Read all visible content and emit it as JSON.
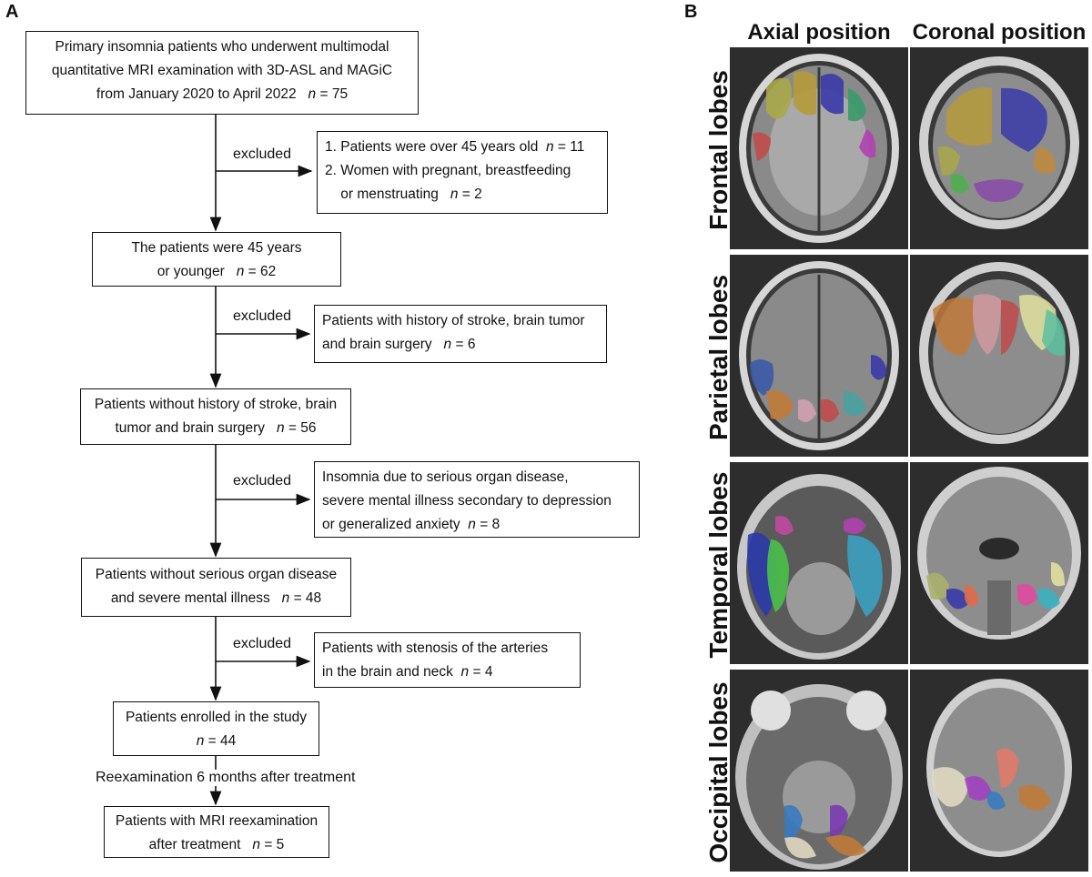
{
  "panel_a": {
    "letter": "A",
    "steps": [
      {
        "lines": [
          "Primary insomnia patients who underwent multimodal",
          "quantitative MRI examination with 3D-ASL and MAGiC",
          "from January 2020 to April 2022"
        ],
        "n_label": "n",
        "n_value": " = 75"
      },
      {
        "lines": [
          "The patients were 45 years",
          "or younger"
        ],
        "n_label": "n",
        "n_value": " = 62"
      },
      {
        "lines": [
          "Patients without history of stroke, brain",
          "tumor and brain surgery"
        ],
        "n_label": "n",
        "n_value": " = 56"
      },
      {
        "lines": [
          "Patients without serious organ disease",
          "and severe mental illness"
        ],
        "n_label": "n",
        "n_value": " = 48"
      },
      {
        "lines": [
          "Patients enrolled in the study",
          ""
        ],
        "n_label": "n",
        "n_value": " = 44"
      },
      {
        "lines": [
          "Patients with MRI reexamination",
          "after treatment"
        ],
        "n_label": "n",
        "n_value": " = 5"
      }
    ],
    "exclusions": [
      {
        "label": "excluded",
        "lines": [
          "1. Patients were over 45 years old",
          "2. Women with pregnant, breastfeeding",
          "    or menstruating"
        ],
        "n_values": [
          " = 11",
          null,
          " = 2"
        ]
      },
      {
        "label": "excluded",
        "lines": [
          "Patients with history of stroke, brain tumor",
          "and brain surgery"
        ],
        "n_values": [
          null,
          " = 6"
        ]
      },
      {
        "label": "excluded",
        "lines": [
          "Insomnia due to serious organ disease,",
          "severe mental illness secondary to depression",
          "or generalized anxiety"
        ],
        "n_values": [
          null,
          null,
          " = 8"
        ]
      },
      {
        "label": "excluded",
        "lines": [
          "Patients with stenosis of the arteries",
          "in the brain and neck"
        ],
        "n_values": [
          null,
          " = 4"
        ]
      }
    ],
    "n_label": "n",
    "reexam_label": "Reexamination 6 months after treatment"
  },
  "panel_b": {
    "letter": "B",
    "columns": [
      "Axial position",
      "Coronal position"
    ],
    "rows": [
      "Frontal lobes",
      "Parietal lobes",
      "Temporal lobes",
      "Occipital lobes"
    ]
  }
}
